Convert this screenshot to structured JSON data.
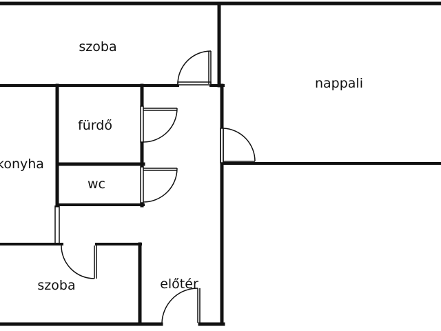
{
  "colors": {
    "wall": "#111111",
    "door": "#111111",
    "background": "#ffffff"
  },
  "rooms": {
    "szoba_top": "szoba",
    "nappali": "nappali",
    "furdo": "fürdő",
    "konyha": "konyha",
    "wc": "wc",
    "szoba_bottom": "szoba",
    "eloter": "előtér"
  }
}
